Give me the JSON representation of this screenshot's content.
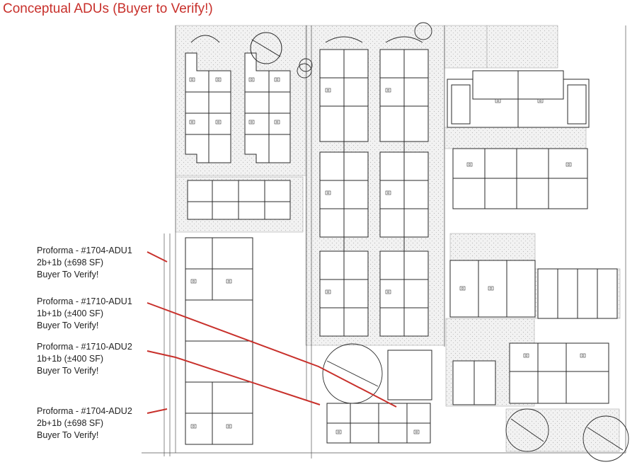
{
  "title": "Conceptual ADUs (Buyer to Verify!)",
  "colors": {
    "accent": "#c8302b",
    "linework": "#2a2a2a",
    "hatch": "#e6e6e6"
  },
  "annotations": [
    {
      "id": "1704-adu1",
      "name": "Proforma - #1704-ADU1",
      "size": "2b+1b (±698 SF)",
      "note": "Buyer To Verify!"
    },
    {
      "id": "1710-adu1",
      "name": "Proforma - #1710-ADU1",
      "size": "1b+1b (±400 SF)",
      "note": "Buyer To Verify!"
    },
    {
      "id": "1710-adu2",
      "name": "Proforma - #1710-ADU2",
      "size": "1b+1b (±400 SF)",
      "note": "Buyer To Verify!"
    },
    {
      "id": "1704-adu2",
      "name": "Proforma - #1704-ADU2",
      "size": "2b+1b (±698 SF)",
      "note": "Buyer To Verify!"
    }
  ]
}
